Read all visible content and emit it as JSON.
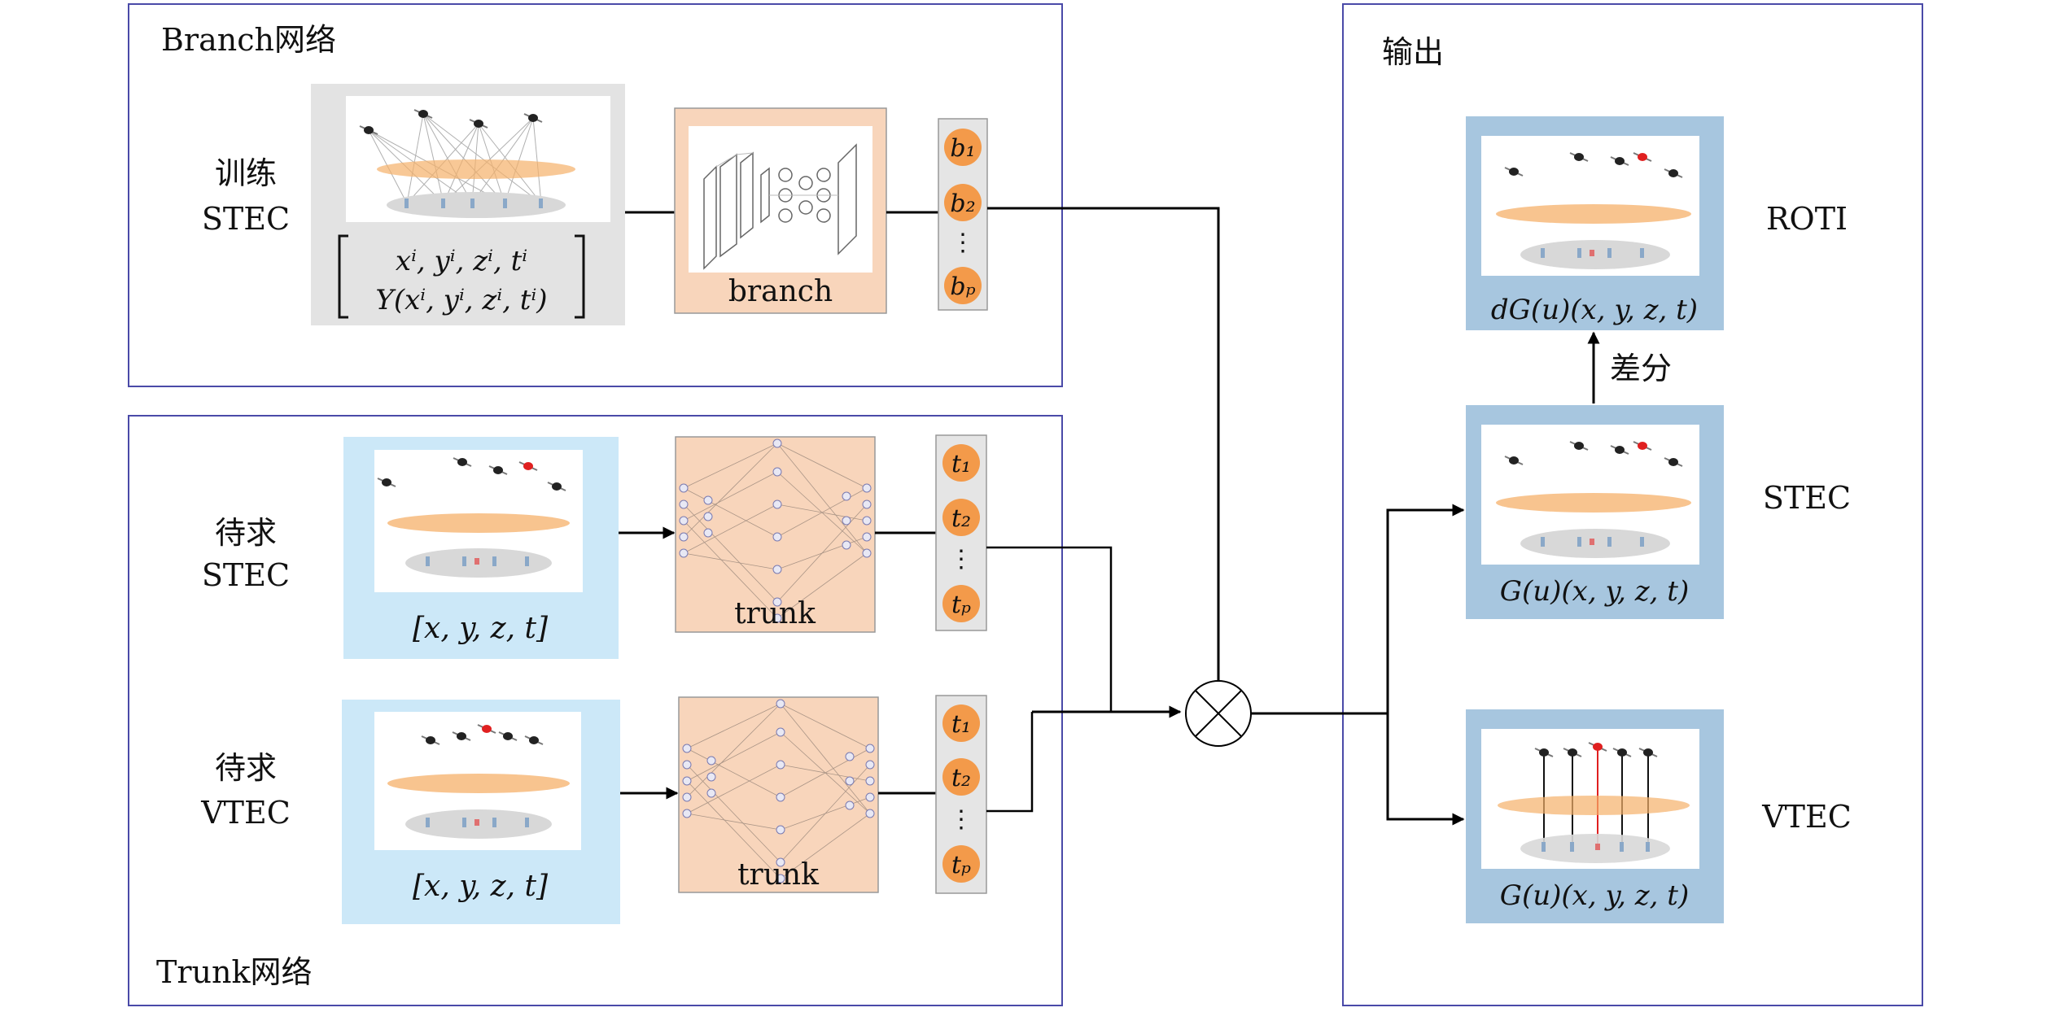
{
  "branch_section": {
    "title": "Branch网络",
    "input_label_1": "训练",
    "input_label_2": "STEC",
    "matrix_row_1": "xⁱ, yⁱ, zⁱ, tⁱ",
    "matrix_row_2": "Y(xⁱ, yⁱ, zⁱ, tⁱ)",
    "net_label": "branch",
    "outputs": [
      "b₁",
      "b₂",
      "⋮",
      "bₚ"
    ]
  },
  "trunk_section": {
    "title": "Trunk网络",
    "rows": [
      {
        "label_1": "待求",
        "label_2": "STEC",
        "coords": "[x, y, z, t]",
        "net_label": "trunk",
        "outputs": [
          "t₁",
          "t₂",
          "⋮",
          "tₚ"
        ]
      },
      {
        "label_1": "待求",
        "label_2": "VTEC",
        "coords": "[x, y, z, t]",
        "net_label": "trunk",
        "outputs": [
          "t₁",
          "t₂",
          "⋮",
          "tₚ"
        ]
      }
    ]
  },
  "operator": {
    "symbol": "⊗"
  },
  "output_section": {
    "title": "输出",
    "diff_label": "差分",
    "panels": [
      {
        "name": "ROTI",
        "formula": "dG(u)(x, y, z, t)"
      },
      {
        "name": "STEC",
        "formula": "G(u)(x, y, z, t)"
      },
      {
        "name": "VTEC",
        "formula": "G(u)(x, y, z, t)"
      }
    ]
  },
  "colors": {
    "frame": "#4a4aa8",
    "gray_panel": "#e3e3e3",
    "blue_panel": "#cce8f8",
    "output_panel": "#a7c6df",
    "net_panel": "#f8d5bb",
    "node_orange": "#f39a4a",
    "ionosphere": "#f5b06a"
  }
}
